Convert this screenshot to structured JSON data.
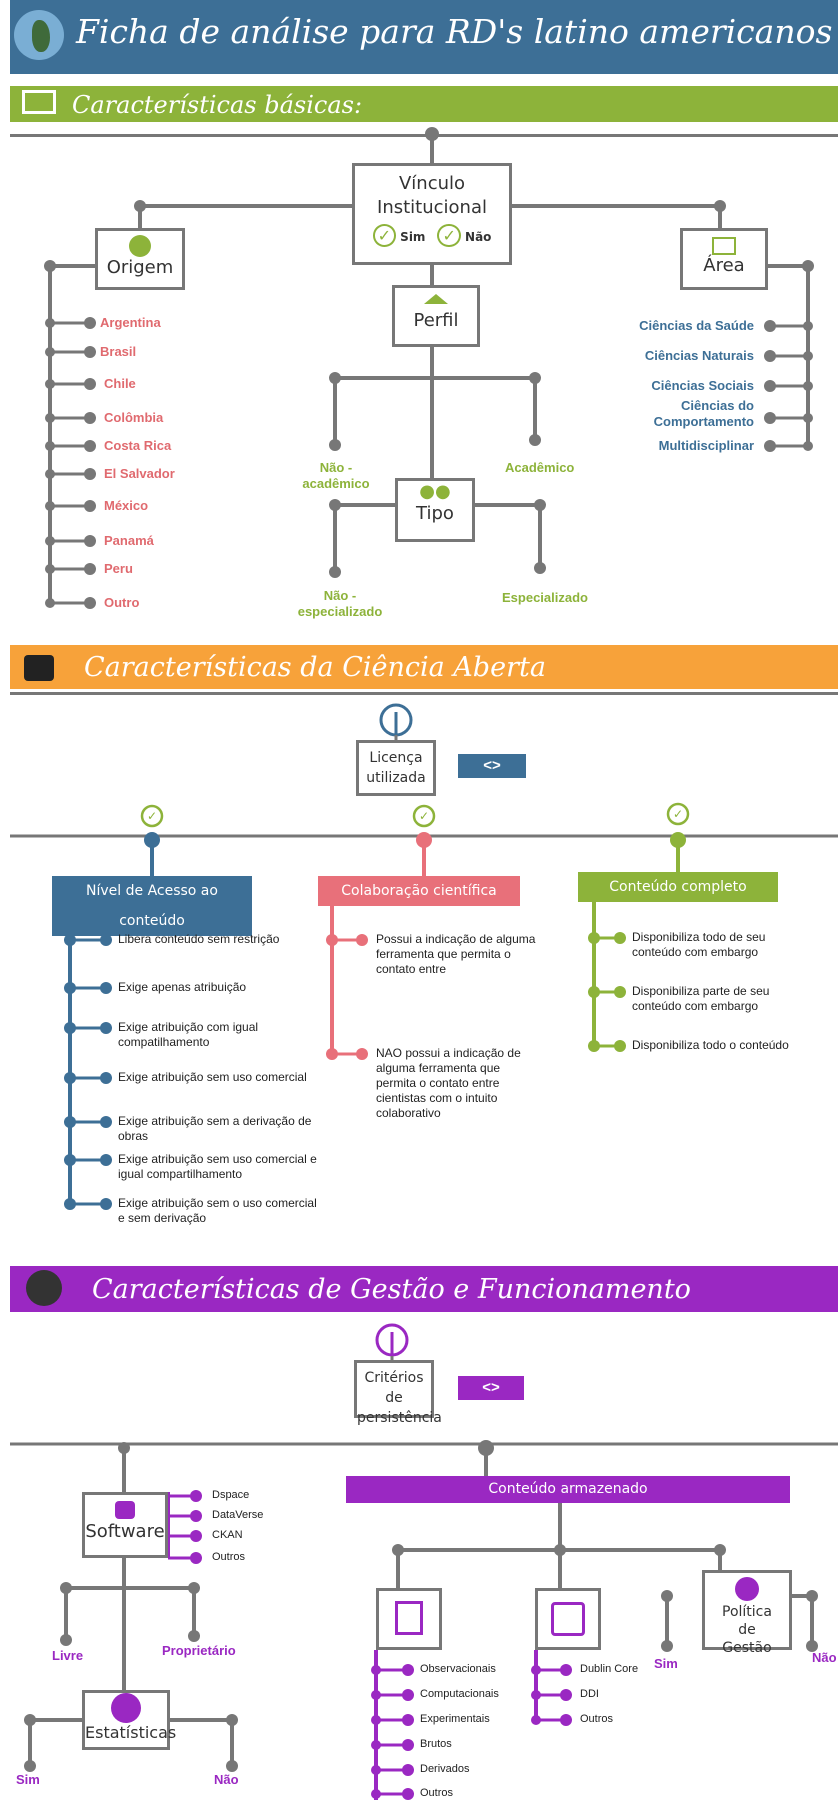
{
  "title": "Ficha de análise para RD's latino americanos",
  "colors": {
    "blue": "#3d6f96",
    "green": "#8db33a",
    "orange": "#f7a23a",
    "purple": "#9a28c2",
    "red": "#e8707a",
    "gray": "#777777"
  },
  "basic": {
    "heading": "Características básicas:",
    "vinculo": {
      "label": "Vínculo Institucional",
      "yes": "Sim",
      "no": "Não"
    },
    "origem": {
      "label": "Origem",
      "items": [
        "Argentina",
        "Brasil",
        "Chile",
        "Colômbia",
        "Costa Rica",
        "El Salvador",
        "México",
        "Panamá",
        "Peru",
        "Outro"
      ]
    },
    "area": {
      "label": "Área",
      "items": [
        "Ciências da Saúde",
        "Ciências Naturais",
        "Ciências Sociais",
        "Ciências do Comportamento",
        "Multidisciplinar"
      ]
    },
    "perfil": {
      "label": "Perfil",
      "left": "Não - acadêmico",
      "right": "Acadêmico"
    },
    "tipo": {
      "label": "Tipo",
      "left": "Não - especializado",
      "right": "Especializado"
    }
  },
  "open_science": {
    "heading": "Características da Ciência Aberta",
    "license": {
      "label": "Licença utilizada",
      "code": "<>"
    },
    "access": {
      "label": "Nível de Acesso ao conteúdo",
      "items": [
        "Libera conteúdo sem restrição",
        "Exige apenas atribuição",
        "Exige atribuição com igual compatilhamento",
        "Exige atribuição sem uso comercial",
        "Exige atribuição sem a derivação de obras",
        "Exige atribuição sem uso comercial e igual compartilhamento",
        "Exige atribuição sem o uso comercial e sem  derivação"
      ]
    },
    "collab": {
      "label": "Colaboração científica",
      "items": [
        "Possui a indicação de alguma ferramenta que permita o contato entre",
        "NAO possui a indicação de alguma ferramenta que permita o contato entre cientistas com o intuito colaborativo"
      ]
    },
    "content": {
      "label": "Conteúdo completo",
      "items": [
        "Disponibiliza todo de seu conteúdo com embargo",
        "Disponibiliza parte de seu conteúdo com embargo",
        "Disponibiliza todo o conteúdo"
      ]
    }
  },
  "management": {
    "heading": "Características de Gestão e Funcionamento",
    "criteria": {
      "label": "Critérios de persistência",
      "code": "<>"
    },
    "software": {
      "label": "Software",
      "items": [
        "Dspace",
        "DataVerse",
        "CKAN",
        "Outros"
      ],
      "left": "Livre",
      "right": "Proprietário"
    },
    "stats": {
      "label": "Estatísticas",
      "left": "Sim",
      "right": "Não"
    },
    "stored": {
      "label": "Conteúdo armazenado"
    },
    "data_types": {
      "items": [
        "Observacionais",
        "Computacionais",
        "Experimentais",
        "Brutos",
        "Derivados",
        "Outros"
      ]
    },
    "metadata": {
      "items": [
        "Dublin Core",
        "DDI",
        "Outros"
      ]
    },
    "policy": {
      "label": "Política de Gestão",
      "left": "Sim",
      "right": "Não"
    }
  }
}
